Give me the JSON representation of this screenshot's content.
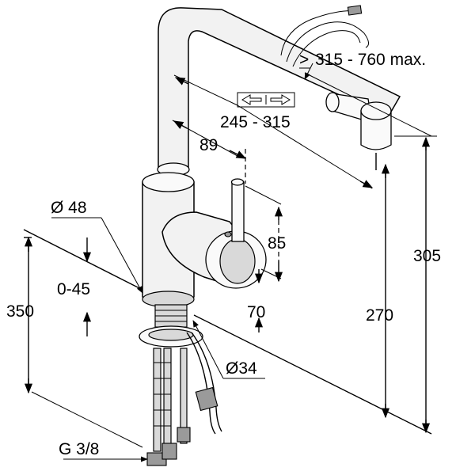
{
  "dimensions": {
    "pullout_range": "315 - 760 max.",
    "pullout_prefix": ">",
    "spout_reach": "245 - 315",
    "lever_offset": "89",
    "body_diameter": "Ø 48",
    "lever_height": "85",
    "total_height": "305",
    "countertop_thickness": "0-45",
    "hose_length": "350",
    "body_height": "70",
    "spout_height": "270",
    "hole_diameter": "Ø34",
    "connection_thread": "G 3/8"
  }
}
